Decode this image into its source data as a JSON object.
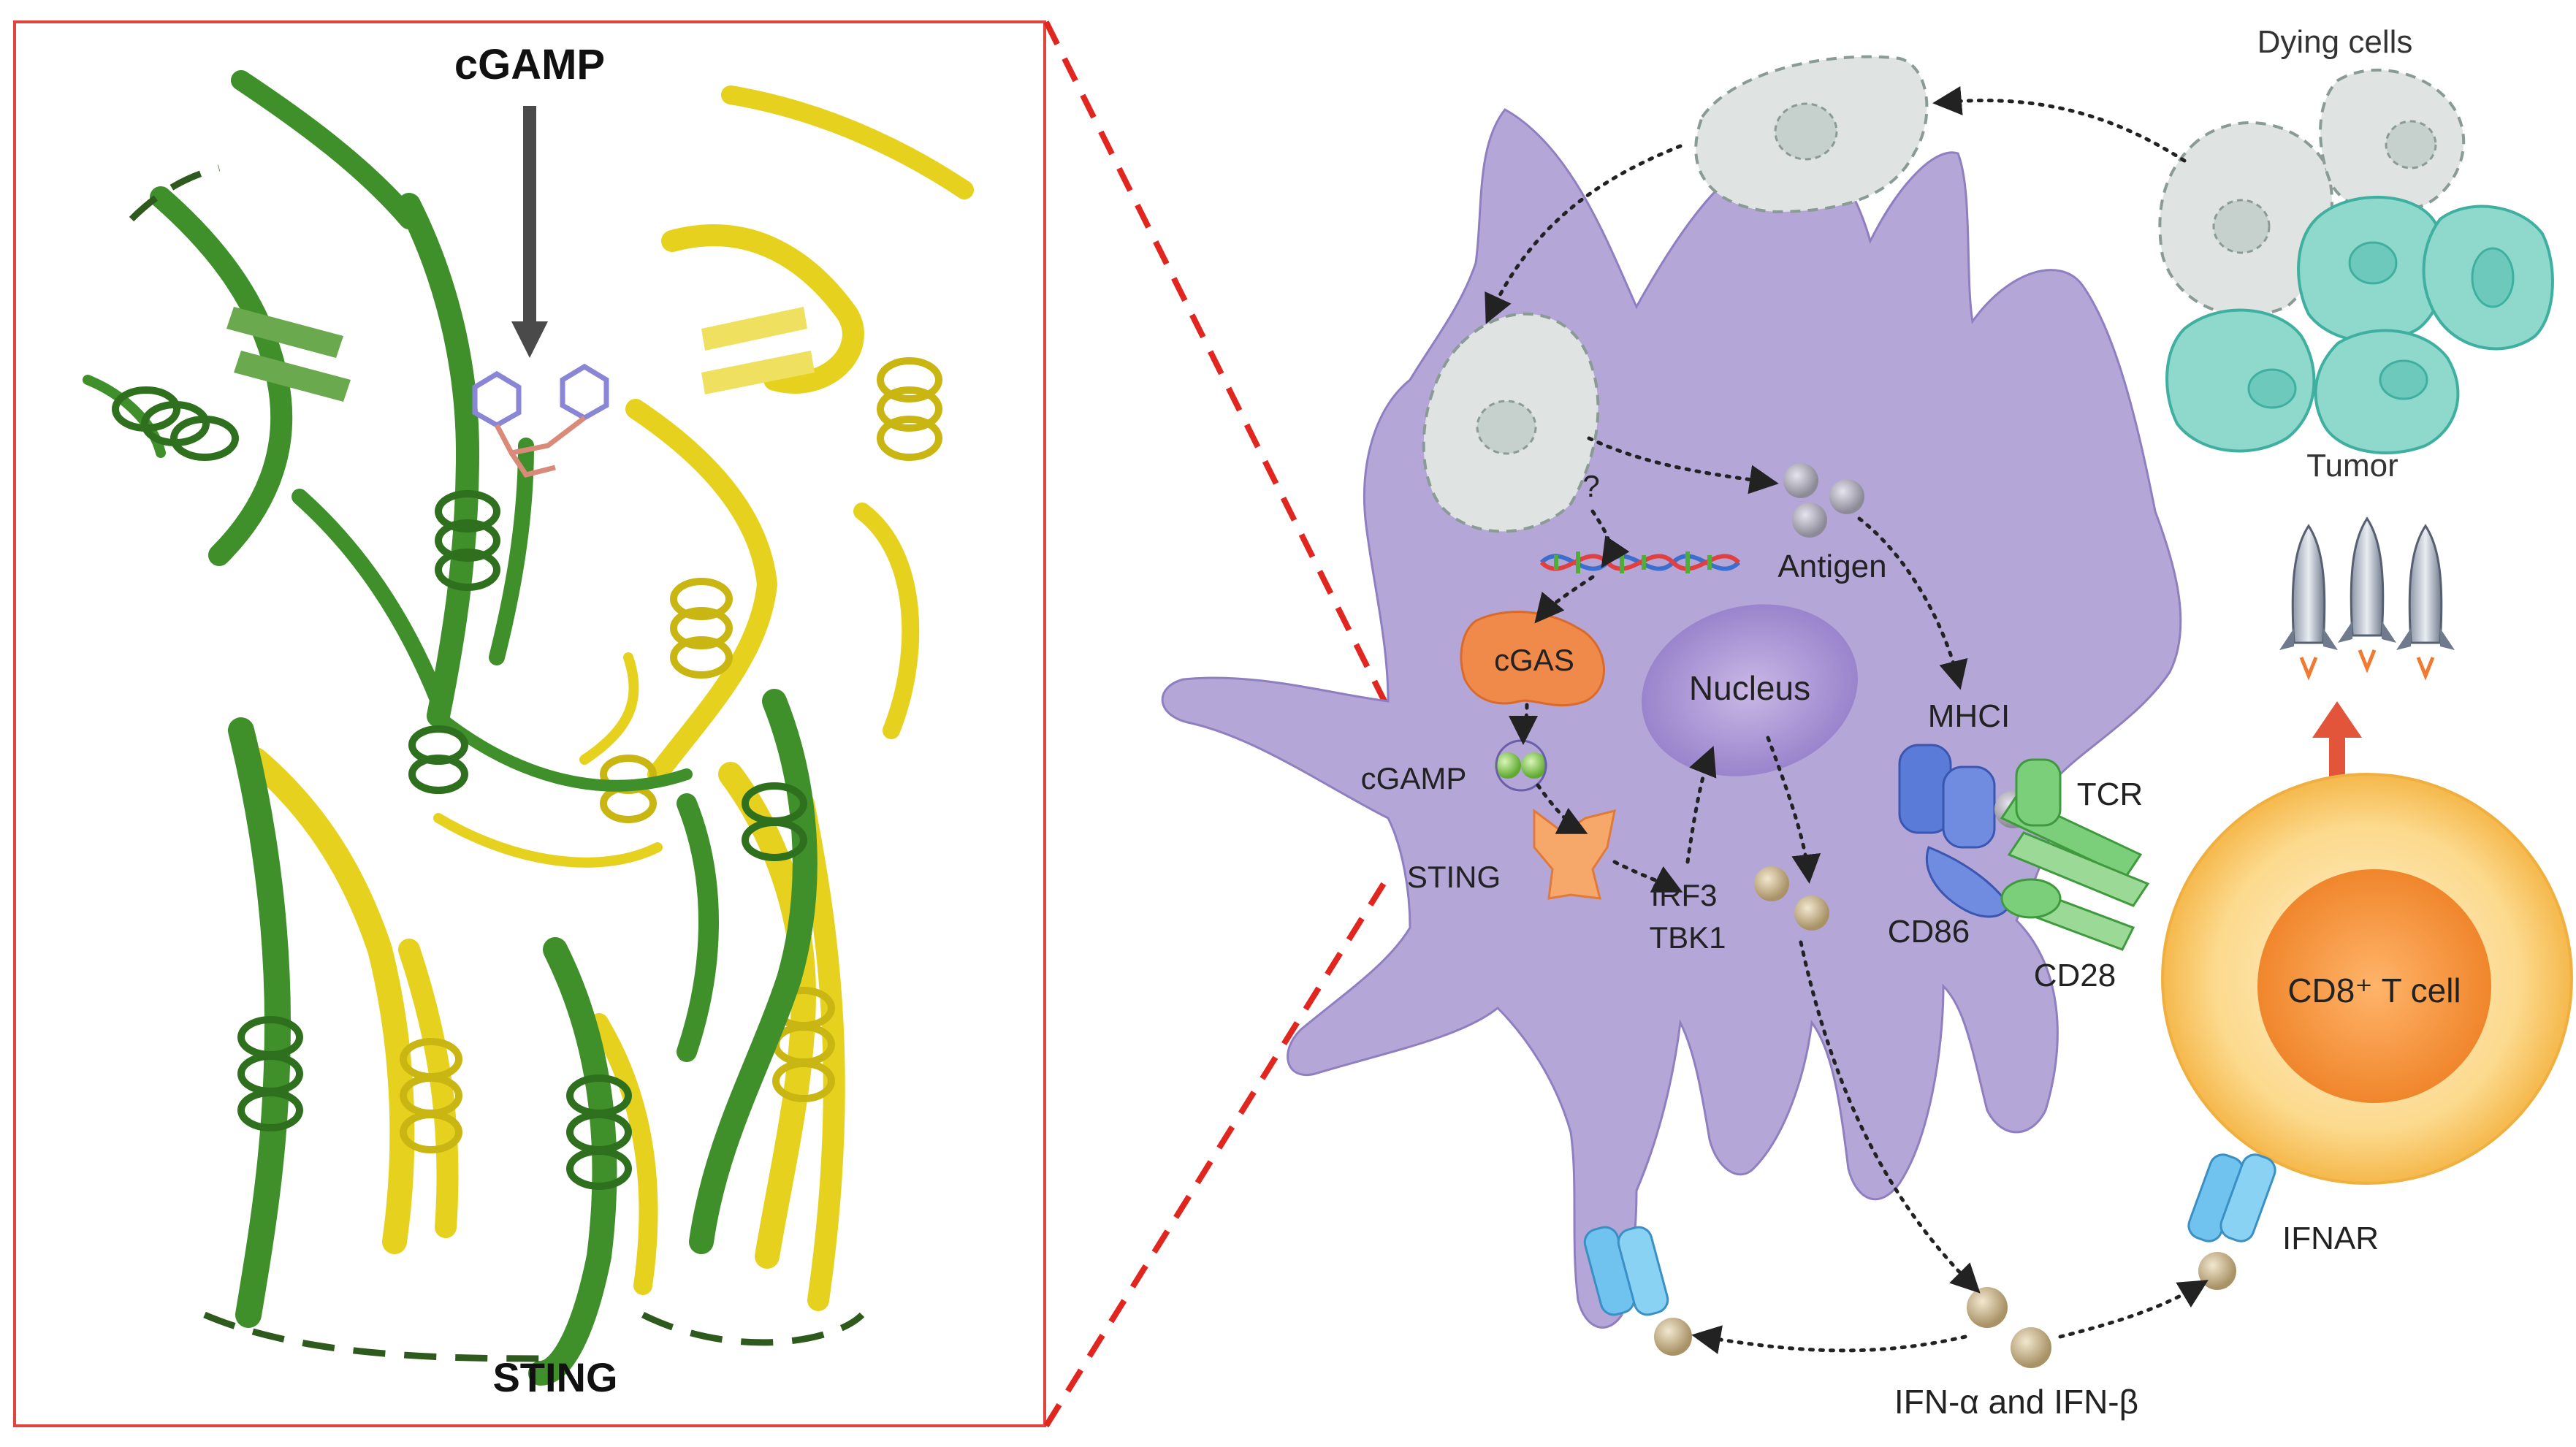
{
  "structure_panel": {
    "ligand_label": "cGAMP",
    "protein_label": "STING",
    "chain_a_color": "#3f8f2a",
    "chain_b_color": "#e6d21e",
    "frame_color": "#e0443c"
  },
  "pathway_panel": {
    "dying_cells_label": "Dying cells",
    "tumor_label": "Tumor",
    "unknown_label": "?",
    "antigen_label": "Antigen",
    "cgas_label": "cGAS",
    "nucleus_label": "Nucleus",
    "cgamp_label": "cGAMP",
    "sting_label": "STING",
    "irf3_label": "IRF3",
    "tbk1_label": "TBK1",
    "mhci_label": "MHCI",
    "tcr_label": "TCR",
    "cd86_label": "CD86",
    "cd28_label": "CD28",
    "tcell_label": "CD8⁺ T cell",
    "ifnar_label": "IFNAR",
    "ifn_label": "IFN-α and IFN-β",
    "dendritic_color": "#b5a6d8",
    "tumor_color": "#8fd8cc",
    "tcell_color": "#fbcf7a",
    "arrow_color": "#e2553a"
  }
}
